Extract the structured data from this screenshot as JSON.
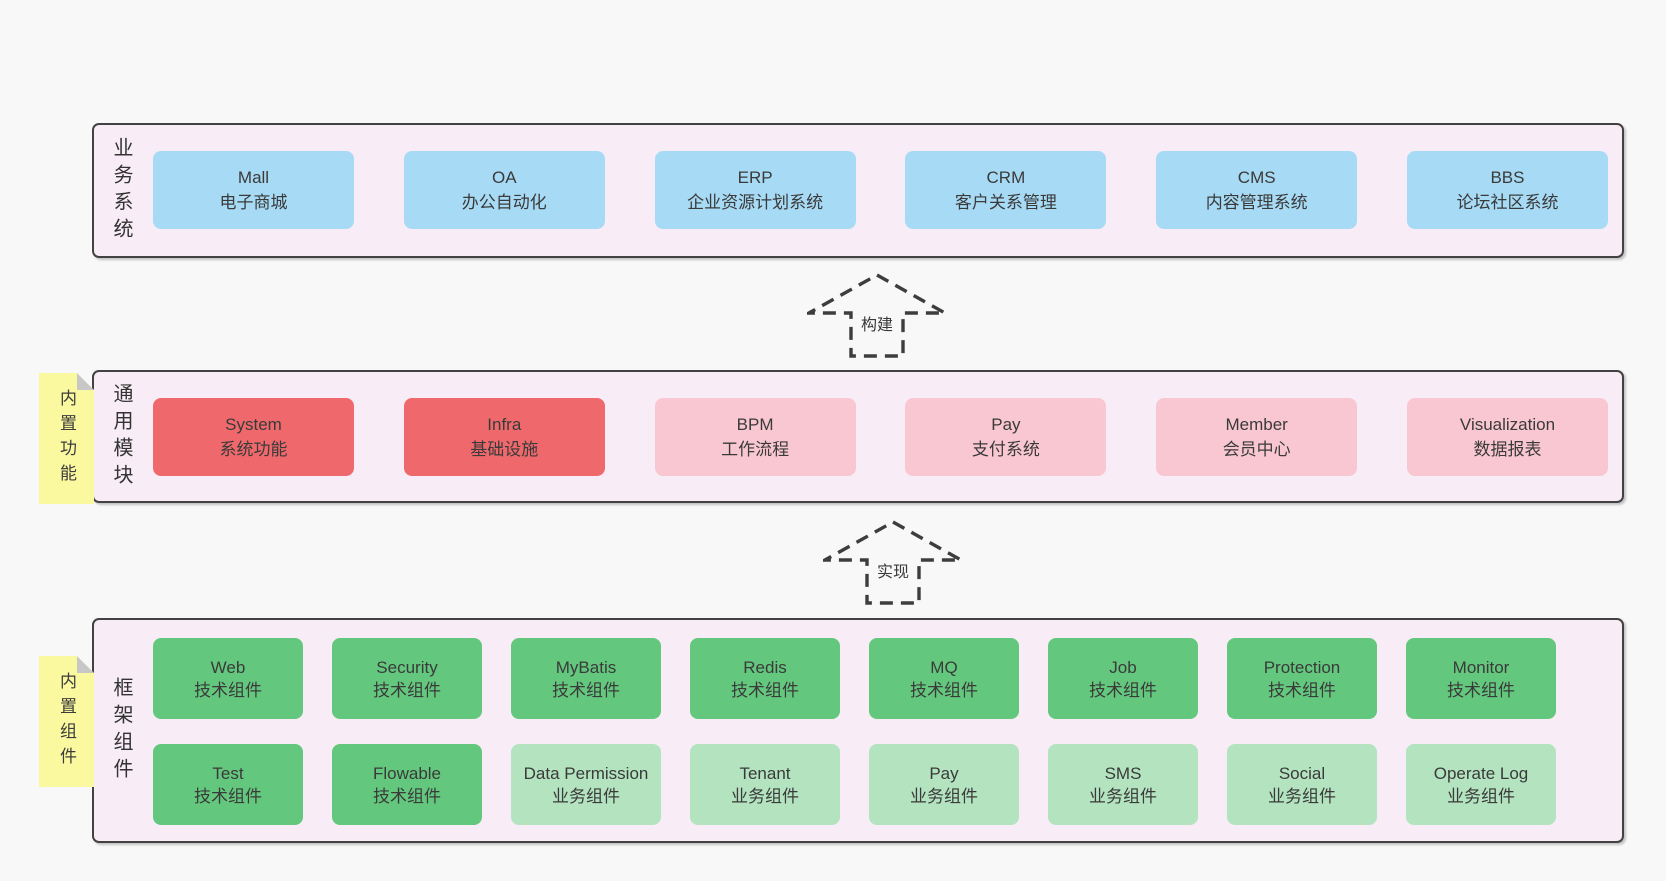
{
  "colors": {
    "blue": "#a7daf4",
    "red": "#ef696c",
    "pink": "#f9c7d2",
    "green": "#63c87d",
    "light_green": "#b3e3bf",
    "band_background": "#f8edf6",
    "sticky_yellow": "#fbf9a0"
  },
  "arrows": [
    {
      "label": "构建"
    },
    {
      "label": "实现"
    }
  ],
  "bands": [
    {
      "label": "业务系统",
      "boxes": [
        {
          "title": "Mall",
          "subtitle": "电子商城"
        },
        {
          "title": "OA",
          "subtitle": "办公自动化"
        },
        {
          "title": "ERP",
          "subtitle": "企业资源计划系统"
        },
        {
          "title": "CRM",
          "subtitle": "客户关系管理"
        },
        {
          "title": "CMS",
          "subtitle": "内容管理系统"
        },
        {
          "title": "BBS",
          "subtitle": "论坛社区系统"
        }
      ]
    },
    {
      "label": "通用模块",
      "sticky": "内置功能",
      "boxes": [
        {
          "title": "System",
          "subtitle": "系统功能",
          "color": "red"
        },
        {
          "title": "Infra",
          "subtitle": "基础设施",
          "color": "red"
        },
        {
          "title": "BPM",
          "subtitle": "工作流程",
          "color": "pink"
        },
        {
          "title": "Pay",
          "subtitle": "支付系统",
          "color": "pink"
        },
        {
          "title": "Member",
          "subtitle": "会员中心",
          "color": "pink"
        },
        {
          "title": "Visualization",
          "subtitle": "数据报表",
          "color": "pink"
        }
      ]
    },
    {
      "label": "框架组件",
      "sticky": "内置组件",
      "rows": [
        [
          {
            "title": "Web",
            "subtitle": "技术组件",
            "color": "green"
          },
          {
            "title": "Security",
            "subtitle": "技术组件",
            "color": "green"
          },
          {
            "title": "MyBatis",
            "subtitle": "技术组件",
            "color": "green"
          },
          {
            "title": "Redis",
            "subtitle": "技术组件",
            "color": "green"
          },
          {
            "title": "MQ",
            "subtitle": "技术组件",
            "color": "green"
          },
          {
            "title": "Job",
            "subtitle": "技术组件",
            "color": "green"
          },
          {
            "title": "Protection",
            "subtitle": "技术组件",
            "color": "green"
          },
          {
            "title": "Monitor",
            "subtitle": "技术组件",
            "color": "green"
          }
        ],
        [
          {
            "title": "Test",
            "subtitle": "技术组件",
            "color": "green"
          },
          {
            "title": "Flowable",
            "subtitle": "技术组件",
            "color": "green"
          },
          {
            "title": "Data Permission",
            "subtitle": "业务组件",
            "color": "light_green"
          },
          {
            "title": "Tenant",
            "subtitle": "业务组件",
            "color": "light_green"
          },
          {
            "title": "Pay",
            "subtitle": "业务组件",
            "color": "light_green"
          },
          {
            "title": "SMS",
            "subtitle": "业务组件",
            "color": "light_green"
          },
          {
            "title": "Social",
            "subtitle": "业务组件",
            "color": "light_green"
          },
          {
            "title": "Operate Log",
            "subtitle": "业务组件",
            "color": "light_green"
          }
        ]
      ]
    }
  ]
}
